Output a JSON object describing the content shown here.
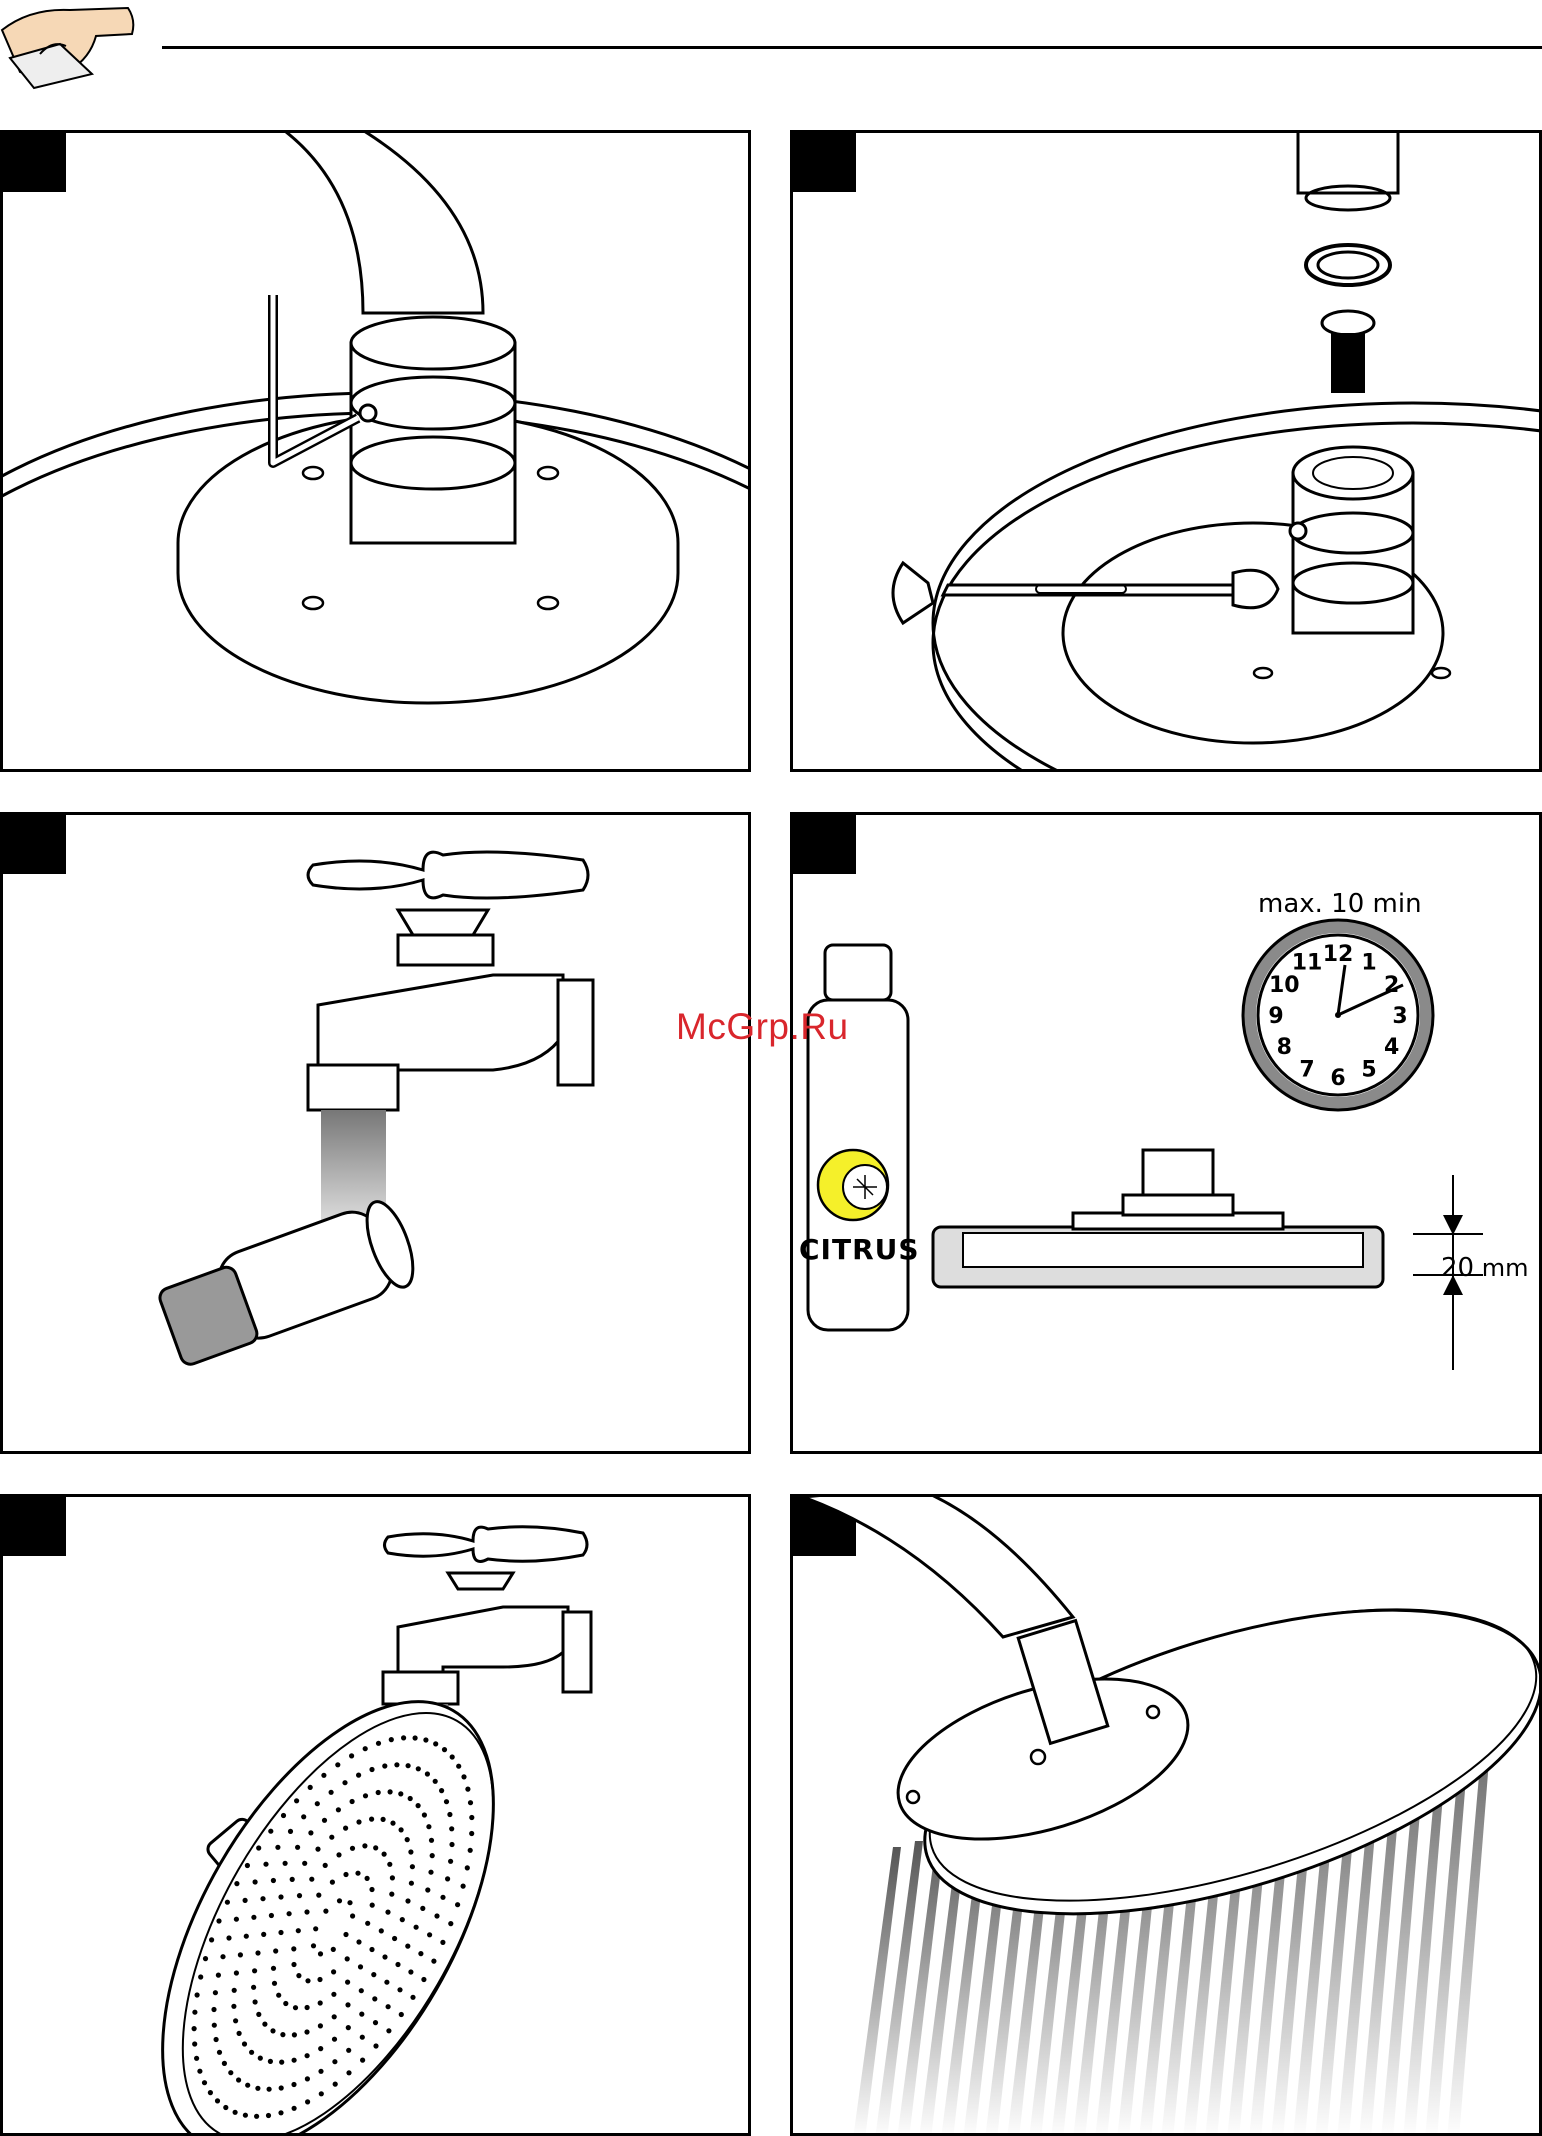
{
  "header": {
    "icon": "hand-wiping-icon"
  },
  "watermark": "McGrp.Ru",
  "panels": {
    "step4": {
      "clock_caption": "max. 10 min",
      "bottle_label": "CITRUS",
      "depth_value": "20",
      "depth_unit": "mm",
      "clock_numbers": [
        "12",
        "1",
        "2",
        "3",
        "4",
        "5",
        "6",
        "7",
        "8",
        "9",
        "10",
        "11"
      ]
    }
  },
  "colors": {
    "ink": "#000000",
    "lemon": "#f5f02a",
    "clock_ring": "#8a8a8a",
    "watermark": "#d9262c"
  }
}
